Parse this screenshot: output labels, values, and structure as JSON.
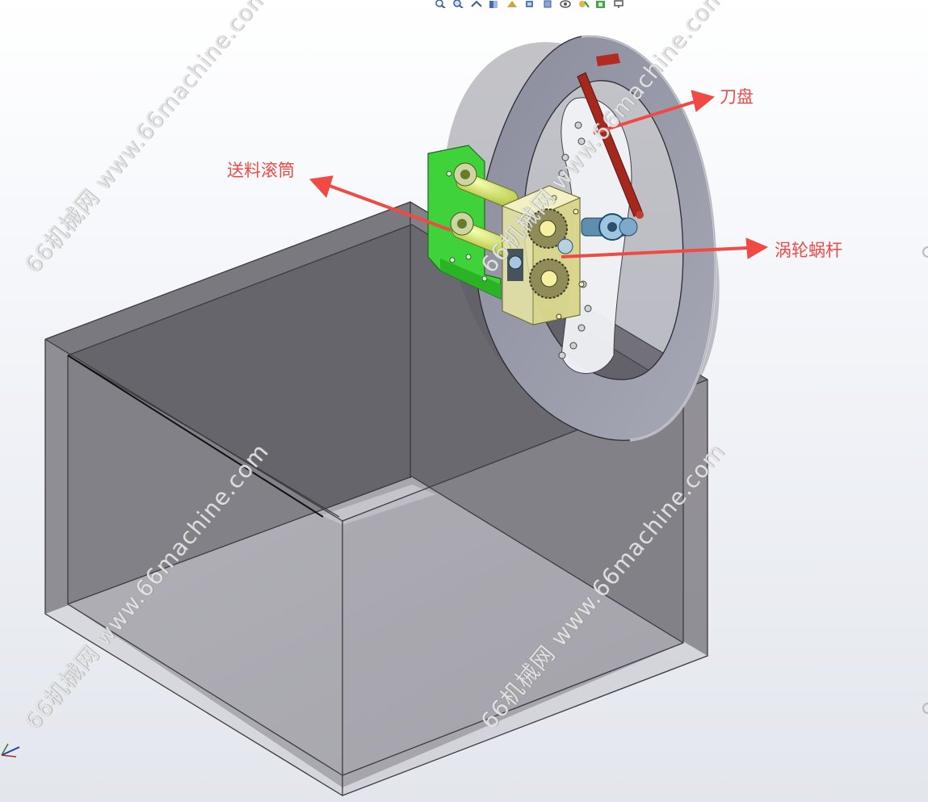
{
  "labels": {
    "cutter_disc": "刀盘",
    "feed_roller": "送料滚筒",
    "worm_gear": "涡轮蜗杆"
  },
  "watermark": {
    "text": "66机械网 www.66machine.com"
  },
  "toolbar": {
    "icons": [
      "zoom-to-fit-icon",
      "zoom-area-icon",
      "previous-view-icon",
      "section-view-icon",
      "dynamic-annotation-icon",
      "view-orientation-icon",
      "display-style-icon",
      "hide-show-items-icon",
      "edit-appearance-icon",
      "apply-scene-icon",
      "view-settings-icon"
    ]
  },
  "colors": {
    "annotation": "#f04a45",
    "feeder_green": "#3ed43a",
    "roller_yellow": "#e8f07a",
    "tank_gray": "#6e6e72",
    "disc_gray": "#8a8d9a"
  }
}
